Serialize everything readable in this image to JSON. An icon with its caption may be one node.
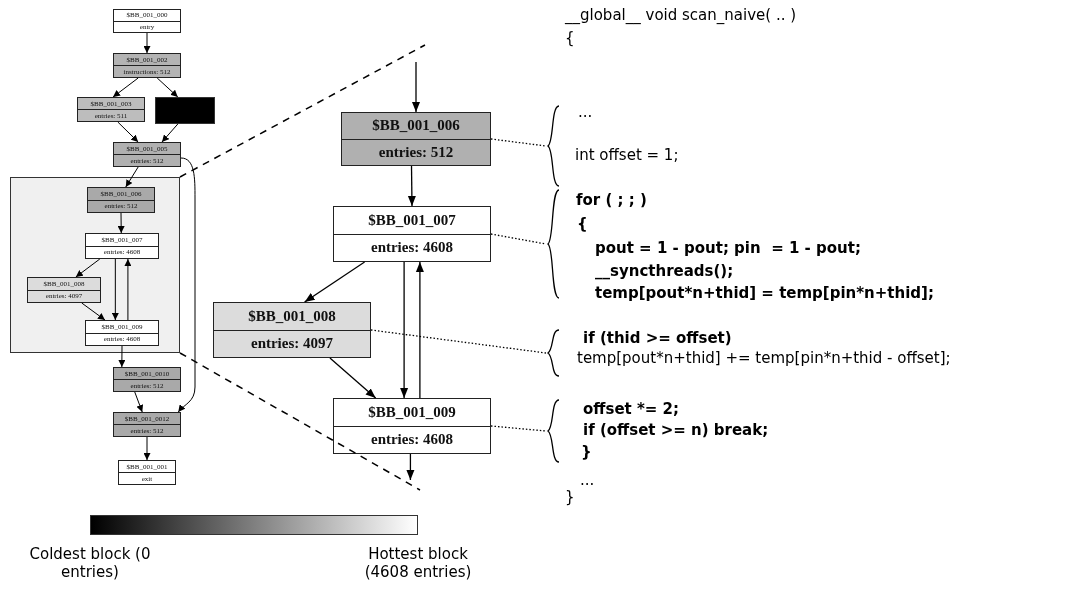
{
  "diagram": {
    "nodes": [
      {
        "text": [
          "$BB_001_000",
          "entry"
        ]
      },
      {
        "text": [
          "$BB_001_002",
          "instructions: 512"
        ]
      },
      {
        "text": [
          "$BB_001_003",
          "entries: 511"
        ]
      },
      {
        "text": [],
        "shape": "box"
      },
      {
        "text": [
          "$BB_001_005",
          "entries: 512"
        ]
      },
      {
        "text": [],
        "shape": "box"
      },
      {
        "text": [
          "$BB_001_006",
          "entries: 512"
        ],
        "in": 5
      },
      {
        "text": [
          "$BB_001_007",
          "entries: 4608"
        ],
        "in": 5
      },
      {
        "text": [
          "$BB_001_008",
          "entries: 4097"
        ],
        "in": 5
      },
      {
        "text": [
          "$BB_001_009",
          "entries: 4608"
        ],
        "in": 5
      },
      {
        "text": [
          "$BB_001_0010",
          "entries: 512"
        ]
      },
      {
        "text": [
          "$BB_001_0012",
          "entries: 512"
        ]
      },
      {
        "text": [
          "$BB_001_001",
          "exit"
        ]
      },
      {
        "text": [
          "$BB_001_006",
          "entries: 512"
        ]
      },
      {
        "text": [
          "$BB_001_007",
          "entries: 4608"
        ]
      },
      {
        "text": [
          "$BB_001_008",
          "entries: 4097"
        ]
      },
      {
        "text": [
          "$BB_001_009",
          "entries: 4608"
        ]
      },
      {
        "text": [
          "...",
          "int offset = 1;"
        ]
      },
      {
        "text": [
          "for ( ; ; )",
          "{",
          "pout = 1 - pout; pin  = 1 - pout;",
          "__syncthreads();",
          "temp[pout*n+thid] = temp[pin*n+thid];"
        ]
      },
      {
        "text": [
          "if (thid >= offset)",
          "temp[pout*n+thid] += temp[pin*n+thid - offset];"
        ]
      },
      {
        "text": [
          "offset *= 2;",
          "if (offset >= n) break;",
          "}"
        ]
      },
      {
        "text": [],
        "shape": "bar",
        "beside": [
          "Coldest block (0 entries)",
          "Hottest block (4608 entries)"
        ]
      }
    ],
    "edges": [
      {
        "from": 0,
        "to": 1,
        "arrow": "to"
      },
      {
        "from": 1,
        "to": 2,
        "arrow": "to"
      },
      {
        "from": 1,
        "to": 3,
        "arrow": "to"
      },
      {
        "from": 2,
        "to": 4,
        "arrow": "to"
      },
      {
        "from": 3,
        "to": 4,
        "arrow": "to"
      },
      {
        "from": 4,
        "to": 6,
        "arrow": "to"
      },
      {
        "from": 4,
        "to": 11,
        "arrow": "to"
      },
      {
        "from": 6,
        "to": 7,
        "arrow": "to"
      },
      {
        "from": 7,
        "to": 8,
        "arrow": "to"
      },
      {
        "from": 7,
        "to": 9,
        "arrow": "to"
      },
      {
        "from": 9,
        "to": 7,
        "arrow": "to"
      },
      {
        "from": 8,
        "to": 9,
        "arrow": "to"
      },
      {
        "from": 9,
        "to": 10,
        "arrow": "to"
      },
      {
        "from": 10,
        "to": 11,
        "arrow": "to"
      },
      {
        "from": 11,
        "to": 12,
        "arrow": "to"
      },
      {
        "from": null,
        "to": 13,
        "arrow": "to"
      },
      {
        "from": 13,
        "to": 14,
        "arrow": "to"
      },
      {
        "from": 14,
        "to": 15,
        "arrow": "to"
      },
      {
        "from": 14,
        "to": 16,
        "arrow": "to"
      },
      {
        "from": 16,
        "to": 14,
        "arrow": "to"
      },
      {
        "from": 15,
        "to": 16,
        "arrow": "to"
      },
      {
        "from": 16,
        "to": null,
        "arrow": "to"
      },
      {
        "from": 13,
        "to": 17,
        "arrow": "none",
        "style": "dashed"
      },
      {
        "from": 14,
        "to": 18,
        "arrow": "none",
        "style": "dashed"
      },
      {
        "from": 15,
        "to": 19,
        "arrow": "none",
        "style": "dashed"
      },
      {
        "from": 16,
        "to": 20,
        "arrow": "none",
        "style": "dashed"
      }
    ],
    "labels": [
      "__global__ void scan_naive( .. )",
      "{",
      "...",
      "}"
    ]
  }
}
